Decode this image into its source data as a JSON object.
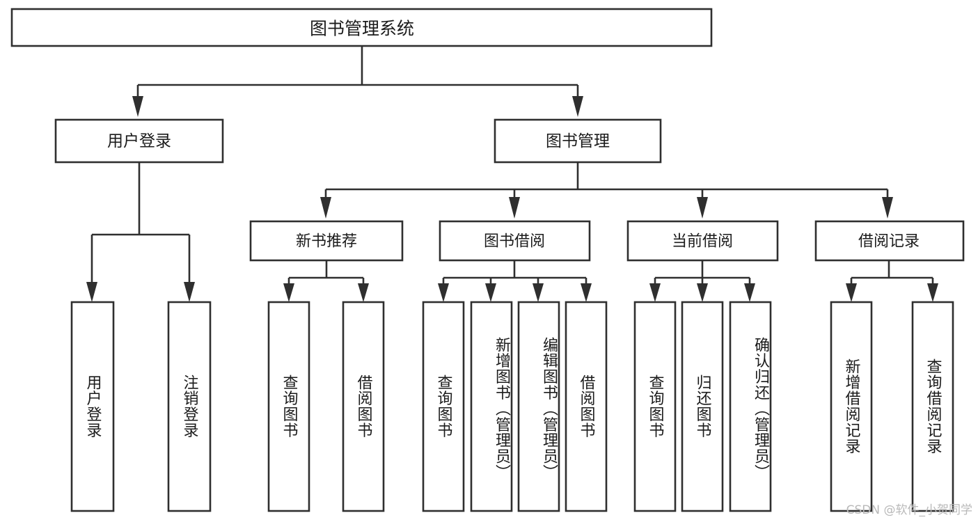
{
  "diagram": {
    "title": "图书管理系统",
    "type": "hierarchy-tree",
    "root": {
      "label": "图书管理系统"
    },
    "level1": [
      {
        "key": "user-login",
        "label": "用户登录"
      },
      {
        "key": "book-management",
        "label": "图书管理"
      }
    ],
    "level2": [
      {
        "key": "new-book-recommend",
        "label": "新书推荐",
        "parent": "book-management"
      },
      {
        "key": "book-borrow",
        "label": "图书借阅",
        "parent": "book-management"
      },
      {
        "key": "current-borrow",
        "label": "当前借阅",
        "parent": "book-management"
      },
      {
        "key": "borrow-record",
        "label": "借阅记录",
        "parent": "book-management"
      }
    ],
    "leaves": [
      {
        "key": "leaf-user-login",
        "label": "用户登录",
        "parent": "user-login"
      },
      {
        "key": "leaf-logout-login",
        "label": "注销登录",
        "parent": "user-login"
      },
      {
        "key": "leaf-query-book-1",
        "label": "查询图书",
        "parent": "new-book-recommend"
      },
      {
        "key": "leaf-borrow-book-1",
        "label": "借阅图书",
        "parent": "new-book-recommend"
      },
      {
        "key": "leaf-query-book-2",
        "label": "查询图书",
        "parent": "book-borrow"
      },
      {
        "key": "leaf-add-book",
        "label": "新增图书（管理员）",
        "parent": "book-borrow"
      },
      {
        "key": "leaf-edit-book",
        "label": "编辑图书（管理员）",
        "parent": "book-borrow"
      },
      {
        "key": "leaf-borrow-book-2",
        "label": "借阅图书",
        "parent": "book-borrow"
      },
      {
        "key": "leaf-query-book-3",
        "label": "查询图书",
        "parent": "current-borrow"
      },
      {
        "key": "leaf-return-book",
        "label": "归还图书",
        "parent": "current-borrow"
      },
      {
        "key": "leaf-confirm-return",
        "label": "确认归还（管理员）",
        "parent": "current-borrow"
      },
      {
        "key": "leaf-add-record",
        "label": "新增借阅记录",
        "parent": "borrow-record"
      },
      {
        "key": "leaf-query-record",
        "label": "查询借阅记录",
        "parent": "borrow-record"
      }
    ]
  },
  "watermark": {
    "text": "CSDN @软件_小贺同学"
  },
  "colors": {
    "stroke": "#2f2f2f",
    "box_fill": "#ffffff",
    "text": "#1b1b1b",
    "watermark": "#b9b9b9",
    "background": "#ffffff"
  }
}
